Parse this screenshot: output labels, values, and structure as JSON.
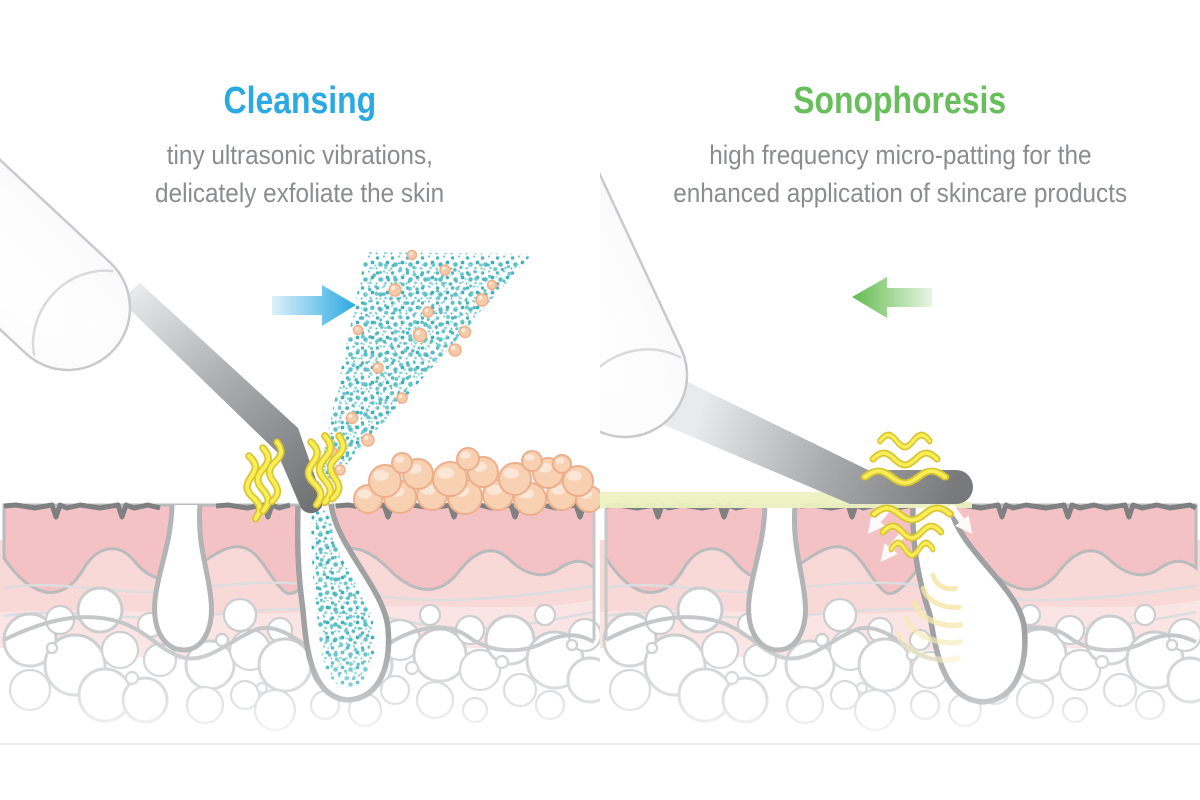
{
  "panels": {
    "cleansing": {
      "title": "Cleansing",
      "title_color": "#2aaae1",
      "description_line1": "tiny ultrasonic vibrations,",
      "description_line2": "delicately exfoliate the skin",
      "arrow_direction": "right",
      "arrow_color": "#2aa9e0"
    },
    "sonophoresis": {
      "title": "Sonophoresis",
      "title_color": "#69be5c",
      "description_line1": "high frequency micro-patting for the",
      "description_line2": "enhanced application of skincare products",
      "arrow_direction": "left",
      "arrow_color": "#62bb4e"
    }
  },
  "illustration": {
    "description_text_color": "#8a8c8e",
    "skin_epidermis_color": "#f4c2c4",
    "skin_dermis_color": "#f9d8d8",
    "skin_lower_dermis_color": "#fbe4e4",
    "vibration_wave_color": "#f9ee58",
    "spray_particle_color": "#4ab6bc",
    "debris_cell_color": "#f8d1b3",
    "gel_layer_color": "#edf2c2",
    "device_body_color": "#ffffff",
    "icons": [
      "right-arrow-icon",
      "left-arrow-icon",
      "vibration-waves-icon",
      "penetration-arrows-icon"
    ]
  }
}
